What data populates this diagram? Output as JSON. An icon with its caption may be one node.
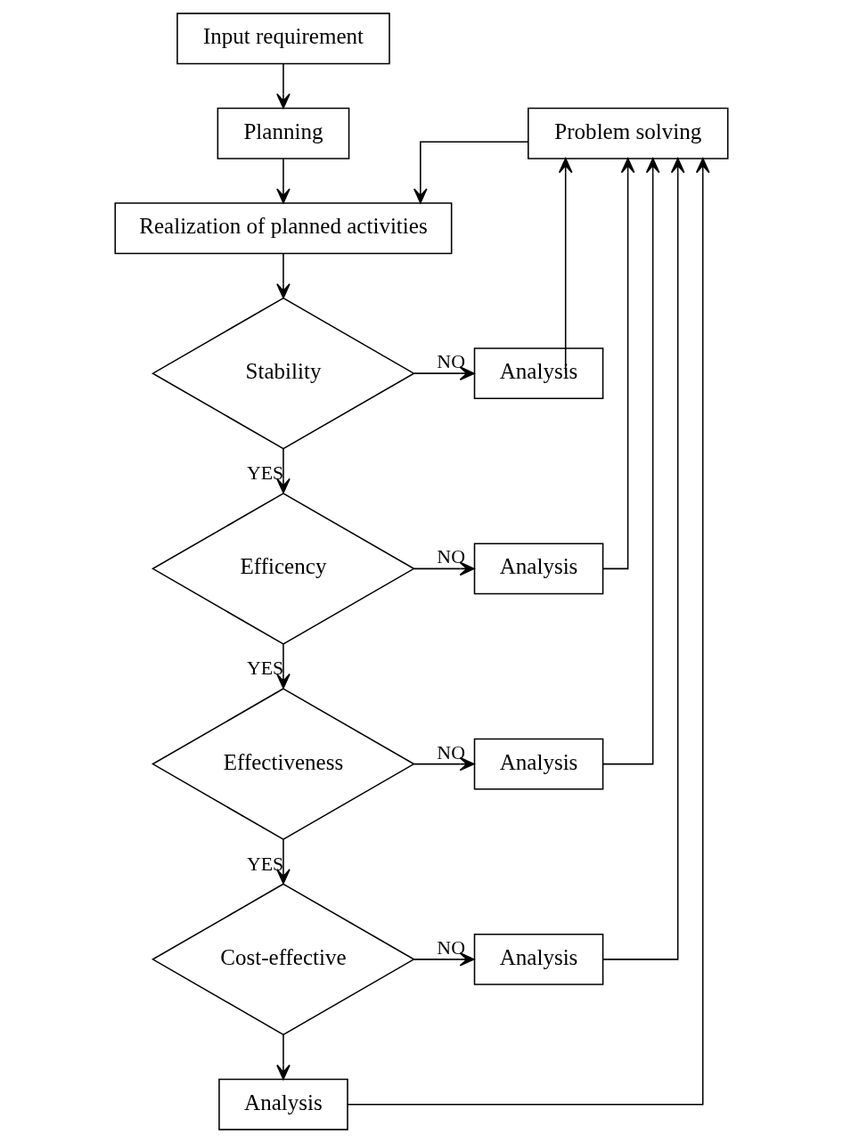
{
  "diagram": {
    "nodes": [
      {
        "text": [
          "Problem solving"
        ]
      },
      {
        "text": [
          "Input requirement"
        ]
      },
      {
        "text": [
          "Planning"
        ]
      },
      {
        "text": [
          "Realization of planned activities"
        ]
      },
      {
        "text": [
          "Stability"
        ]
      },
      {
        "text": [
          "Analysis"
        ]
      },
      {
        "text": [
          "Efficency"
        ]
      },
      {
        "text": [
          "Analysis"
        ]
      },
      {
        "text": [
          "Effectiveness"
        ]
      },
      {
        "text": [
          "Analysis"
        ]
      },
      {
        "text": [
          "Cost-effective"
        ]
      },
      {
        "text": [
          "Analysis"
        ]
      },
      {
        "text": [
          "Analysis"
        ]
      }
    ],
    "edges": [
      {
        "from": 1,
        "to": 2,
        "arrow": "to"
      },
      {
        "from": 2,
        "to": 3,
        "arrow": "to"
      },
      {
        "from": 0,
        "to": 3,
        "arrow": "to"
      },
      {
        "from": 3,
        "to": 4,
        "arrow": "to"
      },
      {
        "from": 4,
        "to": 5,
        "arrow": "to",
        "label": "NO"
      },
      {
        "from": 4,
        "to": 6,
        "arrow": "to",
        "label": "YES"
      },
      {
        "from": 6,
        "to": 7,
        "arrow": "to",
        "label": "NO"
      },
      {
        "from": 6,
        "to": 8,
        "arrow": "to",
        "label": "YES"
      },
      {
        "from": 8,
        "to": 9,
        "arrow": "to",
        "label": "NO"
      },
      {
        "from": 8,
        "to": 10,
        "arrow": "to",
        "label": "YES"
      },
      {
        "from": 10,
        "to": 11,
        "arrow": "to",
        "label": "NO"
      },
      {
        "from": 10,
        "to": 12,
        "arrow": "to"
      },
      {
        "from": 5,
        "to": 0,
        "arrow": "to"
      },
      {
        "from": 7,
        "to": 0,
        "arrow": "to"
      },
      {
        "from": 9,
        "to": 0,
        "arrow": "to"
      },
      {
        "from": 11,
        "to": 0,
        "arrow": "to"
      },
      {
        "from": 12,
        "to": 0,
        "arrow": "to"
      }
    ]
  }
}
